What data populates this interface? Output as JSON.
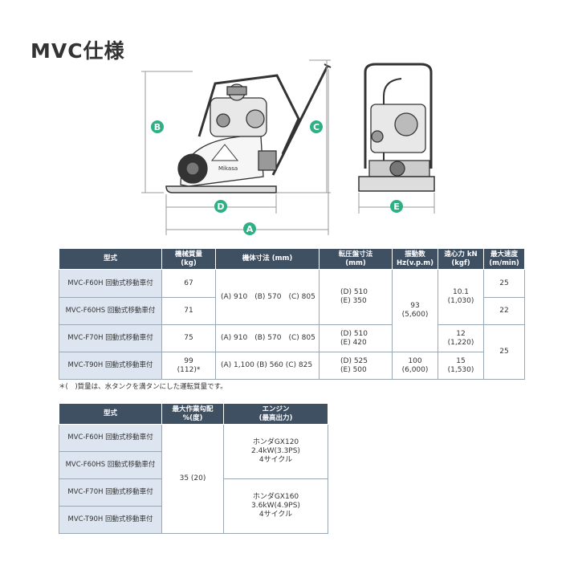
{
  "page": {
    "title": "MVC仕様"
  },
  "illustration": {
    "labels": {
      "a": "A",
      "b": "B",
      "c": "C",
      "d": "D",
      "e": "E"
    },
    "brand_text": "Mikasa",
    "colors": {
      "label_bg": "#2eb085",
      "dim_line": "#999999",
      "machine_line": "#333333"
    }
  },
  "spec_table": {
    "headers": {
      "model": "型式",
      "mass_1": "機械質量",
      "mass_2": "(kg)",
      "dims": "機体寸法 (mm)",
      "plate_1": "転圧盤寸法",
      "plate_2": "(mm)",
      "vib_1": "振動数",
      "vib_2": "Hz(v.p.m)",
      "force_1": "遠心力 kN",
      "force_2": "(kgf)",
      "speed_1": "最大速度",
      "speed_2": "(m/min)"
    },
    "rows": [
      {
        "model": "MVC-F60H 回動式移動車付",
        "mass": "67",
        "dims": "(A) 910　(B) 570　(C) 805",
        "plate_1": "(D) 510",
        "plate_2": "(E) 350",
        "vib_1": "93",
        "vib_2": "(5,600)",
        "force_1": "10.1",
        "force_2": "(1,030)",
        "speed": "25"
      },
      {
        "model": "MVC-F60HS 回動式移動車付",
        "mass": "71",
        "speed": "22"
      },
      {
        "model": "MVC-F70H 回動式移動車付",
        "mass": "75",
        "dims": "(A) 910　(B) 570　(C) 805",
        "plate_1": "(D) 510",
        "plate_2": "(E) 420",
        "force_1": "12",
        "force_2": "(1,220)",
        "speed": "25"
      },
      {
        "model": "MVC-T90H 回動式移動車付",
        "mass_1": "99",
        "mass_2": "(112)*",
        "dims": "(A) 1,100 (B) 560 (C) 825",
        "plate_1": "(D) 525",
        "plate_2": "(E) 500",
        "vib_1": "100",
        "vib_2": "(6,000)",
        "force_1": "15",
        "force_2": "(1,530)"
      }
    ],
    "note": "＊(　)質量は、水タンクを満タンにした運転質量です。"
  },
  "engine_table": {
    "headers": {
      "model": "型式",
      "grade_1": "最大作業勾配",
      "grade_2": "%(度)",
      "engine_1": "エンジン",
      "engine_2": "(最高出力)"
    },
    "models": [
      "MVC-F60H 回動式移動車付",
      "MVC-F60HS 回動式移動車付",
      "MVC-F70H 回動式移動車付",
      "MVC-T90H 回動式移動車付"
    ],
    "grade": "35 (20)",
    "engines": [
      {
        "name": "ホンダGX120",
        "power": "2.4kW(3.3PS)",
        "type": "4サイクル"
      },
      {
        "name": "ホンダGX160",
        "power": "3.6kW(4.9PS)",
        "type": "4サイクル"
      }
    ]
  }
}
